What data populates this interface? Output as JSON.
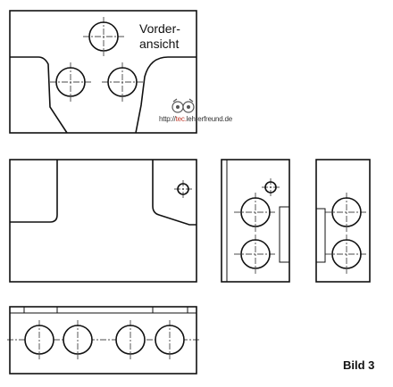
{
  "labels": {
    "view_name": "Vorder-\nansicht",
    "figure": "Bild 3",
    "watermark_prefix": "http://",
    "watermark_accent": "tec.",
    "watermark_suffix": "lehrerfreund.de"
  },
  "icons": {
    "watermark_logo": "owl-icon"
  },
  "colors": {
    "line": "#111111",
    "watermark_accent": "#c0392b"
  }
}
